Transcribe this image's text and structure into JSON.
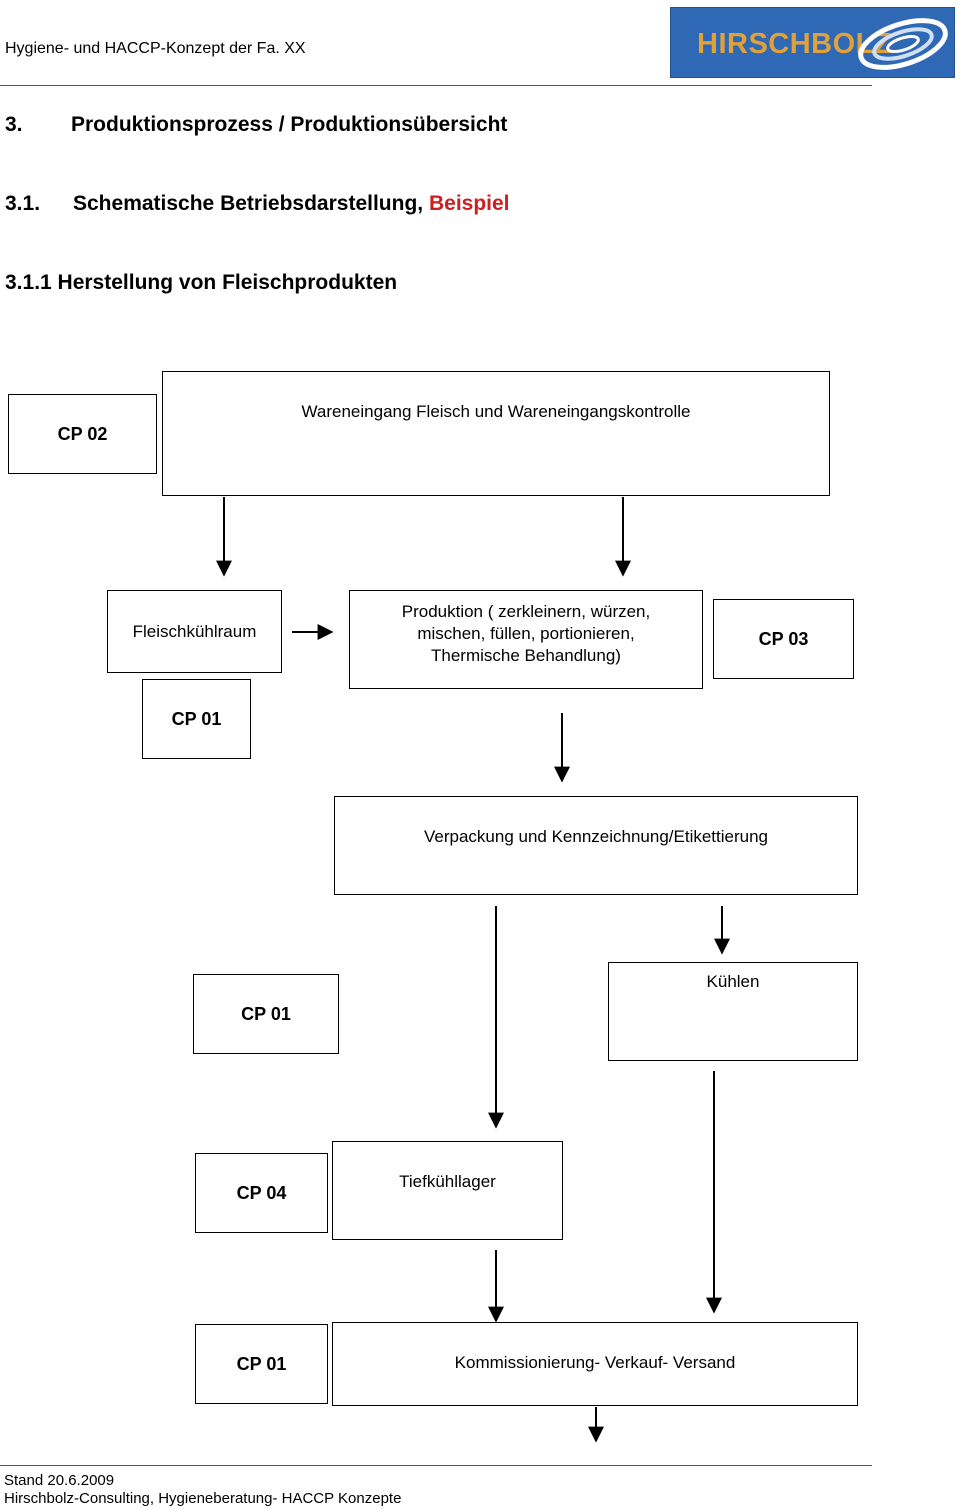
{
  "header": {
    "title": "Hygiene- und  HACCP-Konzept der Fa. XX",
    "logo_text": "HIRSCHBOLZ"
  },
  "headings": {
    "h1_num": "3.",
    "h1_text": "Produktionsprozess / Produktionsübersicht",
    "h2_num": "3.1.",
    "h2_text": "Schematische Betriebsdarstellung,",
    "h2_highlight": "Beispiel",
    "h3_text": "3.1.1  Herstellung von Fleischprodukten"
  },
  "flow": {
    "cp_wareneingang": "CP 02",
    "wareneingang": "Wareneingang Fleisch und Wareneingangskontrolle",
    "fleischkuehlraum": "Fleischkühlraum",
    "produktion_line1": "Produktion ( zerkleinern, würzen,",
    "produktion_line2": "mischen, füllen, portionieren,",
    "produktion_line3": "Thermische Behandlung)",
    "cp_produktion": "CP 03",
    "cp_kuehlraum": "CP 01",
    "verpackung": "Verpackung und Kennzeichnung/Etikettierung",
    "cp_verpackung": "CP 01",
    "kuehlen": "Kühlen",
    "cp_tiefkuehl": "CP 04",
    "tiefkuehllager": "Tiefkühllager",
    "cp_kommission": "CP 01",
    "kommissionierung": "Kommissionierung- Verkauf- Versand"
  },
  "footer": {
    "stand": "Stand 20.6.2009",
    "company": "Hirschbolz-Consulting, Hygieneberatung- HACCP Konzepte"
  },
  "colors": {
    "logo_bg": "#2f68b4",
    "logo_text": "#e0a03a",
    "highlight": "#cc1f1f"
  }
}
